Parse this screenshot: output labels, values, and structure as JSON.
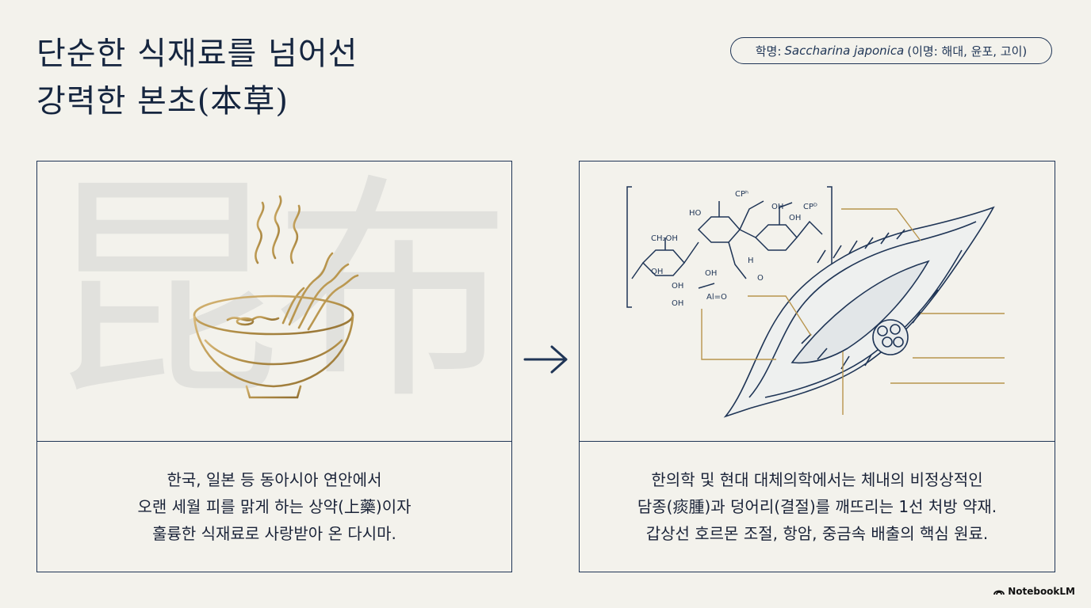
{
  "title": {
    "line1": "단순한 식재료를 넘어선",
    "line2": "강력한 본초(本草)"
  },
  "scientific_name": {
    "prefix": "학명:",
    "latin": "Saccharina japonica",
    "aliases": "(이명: 해대, 윤포, 고이)"
  },
  "left_panel": {
    "watermark": "昆布",
    "caption": [
      "한국, 일본 등 동아시아 연안에서",
      "오랜 세월 피를 맑게 하는 상약(上藥)이자",
      "훌륭한 식재료로 사랑받아 온 다시마."
    ]
  },
  "right_panel": {
    "molecule_labels": [
      "CH₂OH",
      "OH",
      "OH",
      "OH",
      "HO",
      "CPʰ",
      "OH",
      "CPᴰ",
      "OH",
      "OH",
      "H",
      "O",
      "Al=O"
    ],
    "caption": [
      "한의학 및 현대 대체의학에서는 체내의 비정상적인",
      "담종(痰腫)과 덩어리(결절)를 깨뜨리는 1선 처방 약재.",
      "갑상선 호르몬 조절, 항암, 중금속 배출의 핵심 원료."
    ]
  },
  "brand": "NotebookLM",
  "colors": {
    "navy": "#1f3556",
    "gold": "#b8954d",
    "background": "#f3f2ec"
  }
}
